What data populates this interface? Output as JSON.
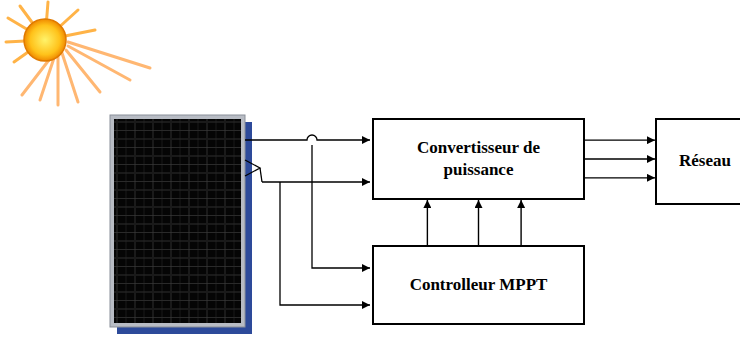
{
  "diagram": {
    "nodes": [
      {
        "text": [
          "Convertisseur de puissance"
        ]
      },
      {
        "text": [
          "Réseau"
        ]
      },
      {
        "text": [
          "Controlleur MPPT"
        ]
      }
    ],
    "edges": [
      {
        "from": 0,
        "to": 1,
        "arrow": "to"
      },
      {
        "from": 0,
        "to": 1,
        "arrow": "to"
      },
      {
        "from": 0,
        "to": 1,
        "arrow": "to"
      },
      {
        "from": 2,
        "to": 0,
        "arrow": "to"
      },
      {
        "from": 2,
        "to": 0,
        "arrow": "to"
      },
      {
        "from": 2,
        "to": 0,
        "arrow": "to"
      }
    ]
  }
}
